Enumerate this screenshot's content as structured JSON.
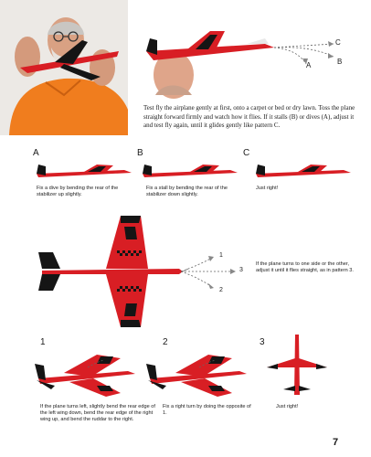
{
  "intro": {
    "text": "Test fly the airplane gently at first, onto a carpet or bed or dry lawn. Toss the plane straight forward firmly and watch how it flies. If it stalls (B) or dives (A), adjust it and test fly again, until it glides gently like pattern C."
  },
  "top_diagram": {
    "labels": [
      "C",
      "A",
      "B"
    ]
  },
  "row1": [
    {
      "letter": "A",
      "caption": "Fix a dive by bending the rear of the stabilizer up slightly."
    },
    {
      "letter": "B",
      "caption": "Fix a stall by bending the rear of the stabilizer down slightly."
    },
    {
      "letter": "C",
      "caption": "Just right!"
    }
  ],
  "middle": {
    "path_labels": [
      "1",
      "3",
      "2"
    ],
    "caption": "If the plane turns to one side or the other, adjust it until it flies straight, as in pattern 3."
  },
  "row3": [
    {
      "number": "1",
      "caption": "If the plane turns left, slightly bend the rear edge of the left wing down, bend the rear edge of the right wing up, and bend the ruddar to the right."
    },
    {
      "number": "2",
      "caption": "Fix a right turn by doing the opposite of 1."
    },
    {
      "number": "3",
      "caption": "Just right!"
    }
  ],
  "page_number": "7",
  "colors": {
    "plane_red": "#d81e24",
    "plane_black": "#151515",
    "shirt_orange": "#f07d1e"
  }
}
